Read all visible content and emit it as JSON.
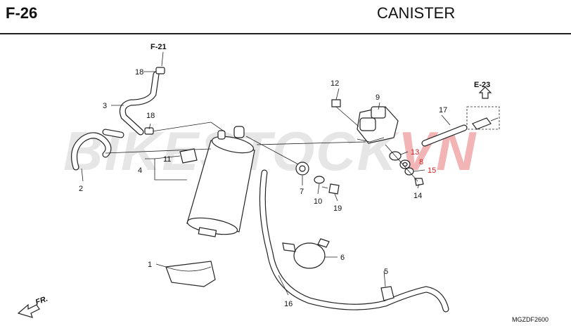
{
  "header": {
    "figure_code": "F-26",
    "title": "CANISTER"
  },
  "watermark": {
    "text_a": "BIKESTOCK",
    "text_b": "VN",
    "brand_color": "#e25858"
  },
  "references": {
    "f21": "F-21",
    "e23": "E-23"
  },
  "part_labels": {
    "p1": "1",
    "p2": "2",
    "p3": "3",
    "p4": "4",
    "p5": "5",
    "p6": "6",
    "p7": "7",
    "p8": "8",
    "p9": "9",
    "p10": "10",
    "p11": "11",
    "p12": "12",
    "p13": "13",
    "p14": "14",
    "p15": "15",
    "p16": "16",
    "p17": "17",
    "p18a": "18",
    "p18b": "18",
    "p19": "19"
  },
  "highlight_color": "#d42020",
  "diagram_code": "MGZDF2600",
  "front_indicator": "FR."
}
